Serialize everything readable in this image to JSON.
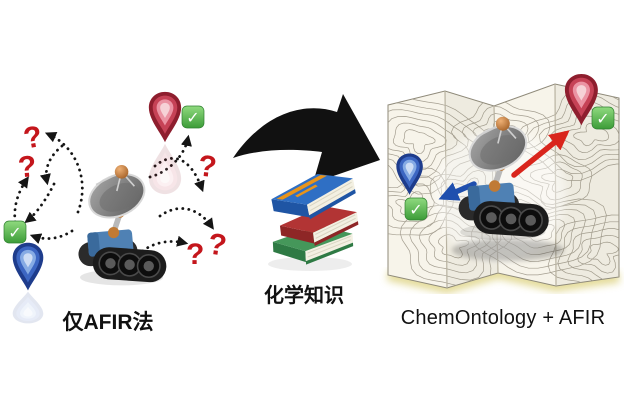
{
  "shared": {
    "check_glyph": "✓"
  },
  "left": {
    "caption": "仅AFIR法",
    "question_mark": "?",
    "icons": [
      "red-destination-pin",
      "checkmark-badge",
      "blue-destination-pin",
      "rover-robot",
      "dotted-search-arrow"
    ]
  },
  "middle": {
    "caption": "化学知识",
    "icons": [
      "curved-transform-arrow",
      "book-stack"
    ]
  },
  "right": {
    "caption": "ChemOntology + AFIR",
    "icons": [
      "topographic-map",
      "rover-robot",
      "red-route-arrow",
      "blue-route-arrow",
      "red-destination-pin",
      "blue-destination-pin",
      "checkmark-badge"
    ]
  },
  "colors": {
    "question_mark": "#c4161c",
    "red_pin": "#c0304a",
    "blue_pin": "#3c66c2",
    "checkmark_green": "#4caf50",
    "transform_arrow": "#111111",
    "red_route": "#d9251c",
    "blue_route": "#1f4fae",
    "map_paper": "#f7f4ea",
    "contour_line": "#a49e90",
    "book_blue": "#2f6fc4",
    "book_red": "#b23434",
    "book_green": "#45975a"
  }
}
